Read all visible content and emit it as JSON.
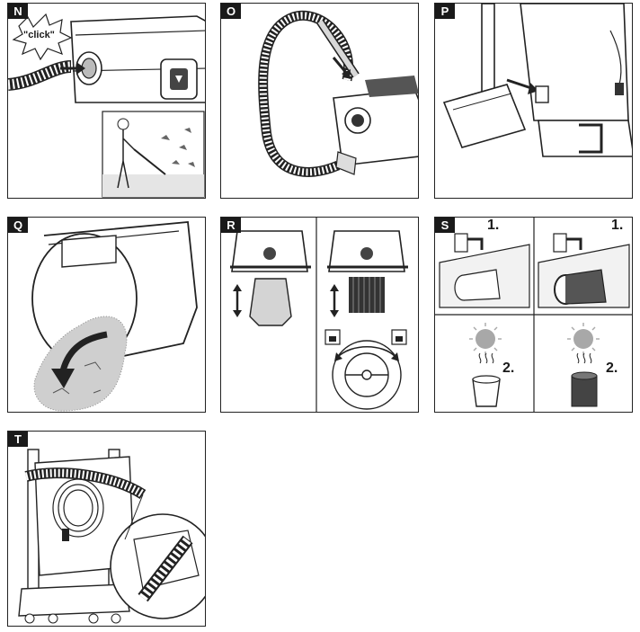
{
  "panels": [
    {
      "id": "N",
      "label": "N",
      "callout": "\"click\""
    },
    {
      "id": "O",
      "label": "O"
    },
    {
      "id": "P",
      "label": "P"
    },
    {
      "id": "Q",
      "label": "Q"
    },
    {
      "id": "R",
      "label": "R"
    },
    {
      "id": "S",
      "label": "S",
      "steps": [
        "1.",
        "1.",
        "2.",
        "2."
      ]
    },
    {
      "id": "T",
      "label": "T"
    }
  ],
  "colors": {
    "line": "#222222",
    "gray": "#9a9a9a",
    "light_gray": "#d4d4d4",
    "sun": "#a8a8a8"
  }
}
